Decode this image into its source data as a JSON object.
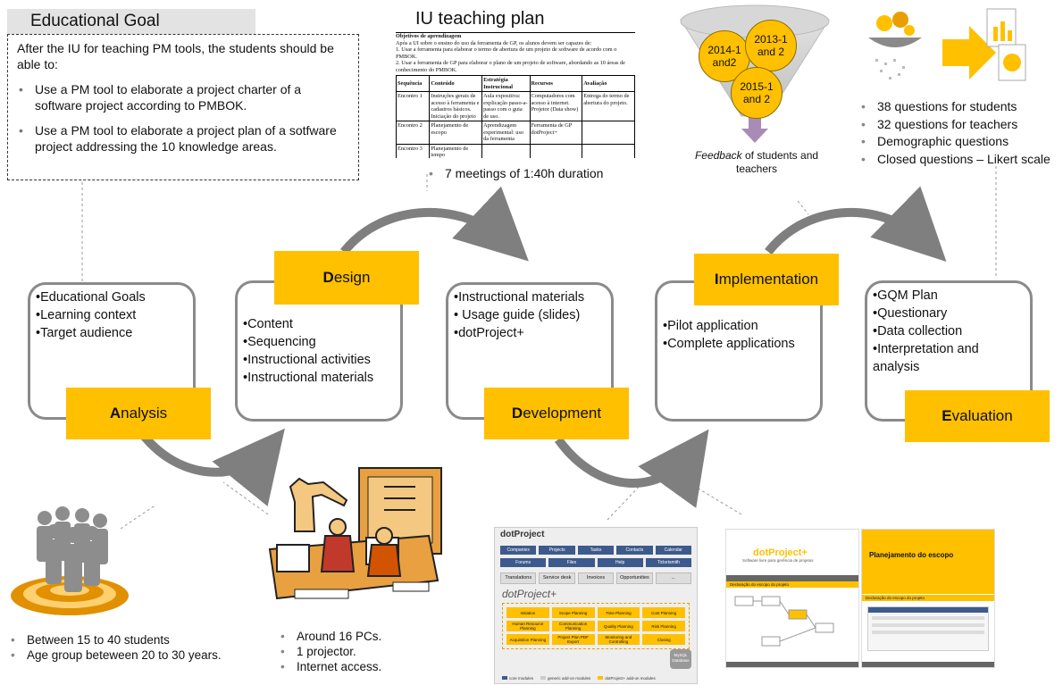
{
  "educational_goal": {
    "title": "Educational Goal",
    "intro": "After the IU for teaching PM tools, the students should be able to:",
    "items": [
      "Use a PM tool to elaborate a project charter of a software project according to PMBOK.",
      "Use a PM tool to elaborate a project plan of a sotfware project addressing the 10 knowledge areas."
    ]
  },
  "teaching_plan": {
    "title": "IU teaching plan",
    "doc_heading": "Objetivos de aprendizagem",
    "doc_text": "Após a UI sobre o ensino do uso da ferramenta de GP, os alunos devem ser capazes de:",
    "doc_line1": "1. Usar a ferramenta para elaborar o termo de abertura de um projeto de software de acordo com o PMBOK.",
    "doc_line2": "2. Usar a ferramenta de GP para elaborar o plano de um projeto de software, abordando as 10 áreas de conhecimento do PMBOK.",
    "headers": [
      "Sequência",
      "Conteúdo",
      "Estratégia Instrucional",
      "Recursos",
      "Avaliação"
    ],
    "rows": [
      [
        "Encontro 1",
        "Instruções gerais de acesso à ferramenta e cadastros básicos. Iniciação do projeto",
        "Aula expositiva: explicação passo-a-passo com o guia de uso.",
        "Computadores com acesso à internet. Projetor (Data show)",
        "Entrega do termo de abertura do projeto."
      ],
      [
        "Encontro 2",
        "Planejamento de escopo",
        "Aprendizagem experimental: uso da ferramenta",
        "Ferramenta de GP dotProject+",
        ""
      ],
      [
        "Encontro 3",
        "Planejamento de tempo",
        "",
        "",
        ""
      ]
    ],
    "note": "7 meetings of 1:40h duration"
  },
  "feedback": {
    "circles": [
      "2014-1 and2",
      "2013-1 and 2",
      "2015-1 and 2"
    ],
    "caption_em": "Feedback",
    "caption_rest": " of students and teachers"
  },
  "questions": {
    "items": [
      "38 questions for students",
      "32 questions for teachers",
      "Demographic questions",
      "Closed questions – Likert scale"
    ]
  },
  "phases": [
    {
      "label_first": "A",
      "label_rest": "nalysis",
      "items": [
        "Educational Goals",
        "Learning context",
        "Target audience"
      ]
    },
    {
      "label_first": "D",
      "label_rest": "esign",
      "items": [
        "Content",
        "Sequencing",
        "Instructional activities",
        "Instructional materials"
      ]
    },
    {
      "label_first": "D",
      "label_rest": "evelopment",
      "items": [
        "Instructional materials",
        " Usage guide (slides)",
        "dotProject+"
      ]
    },
    {
      "label_first": "I",
      "label_rest": "mplementation",
      "items": [
        "Pilot application",
        "Complete applications"
      ]
    },
    {
      "label_first": "E",
      "label_rest": "valuation",
      "items": [
        "GQM Plan",
        "Questionary",
        "Data collection",
        "Interpretation and analysis"
      ]
    }
  ],
  "students": {
    "items": [
      "Between 15 to 40 students",
      "Age group beteween 20 to 30 years."
    ]
  },
  "lab": {
    "items": [
      "Around 16 PCs.",
      "1 projector.",
      "Internet access."
    ]
  },
  "dotproject": {
    "logo": "dotProject",
    "tabs_row1": [
      "Companies",
      "Projects",
      "Tasks",
      "Contacts",
      "Calendar"
    ],
    "tabs_row2": [
      "Forums",
      "Files",
      "Help",
      "Ticketsmith"
    ],
    "addons": [
      "Translations",
      "Service desk",
      "Invoices",
      "Opportunities",
      "..."
    ],
    "plus_logo": "dotProject+",
    "modules": [
      "Initiation",
      "Scope Planning",
      "Time Planning",
      "Cost Planning",
      "Human Resource Planning",
      "Communication Planning",
      "Quality Planning",
      "Risk Planning",
      "Acquisition Planning",
      "Project Plan PDF Export",
      "Monitoring and Controlling",
      "Closing"
    ],
    "database": "MySQL Database",
    "legend": [
      "core modules",
      "generic add-on modules",
      "dotProject+ add-on modules"
    ]
  },
  "slides": {
    "logo": "dotProject+",
    "subtitle": "Software livre para gerência de projetos",
    "right_title": "Planejamento do escopo",
    "left_heading": "Declaração do escopo do projeto",
    "right_heading": "Declaração do escopo do projeto"
  },
  "colors": {
    "accent": "#ffc000",
    "card_border": "#8a8a8a",
    "arrow": "#7f7f7f",
    "db_blue": "#3d5a8c"
  }
}
